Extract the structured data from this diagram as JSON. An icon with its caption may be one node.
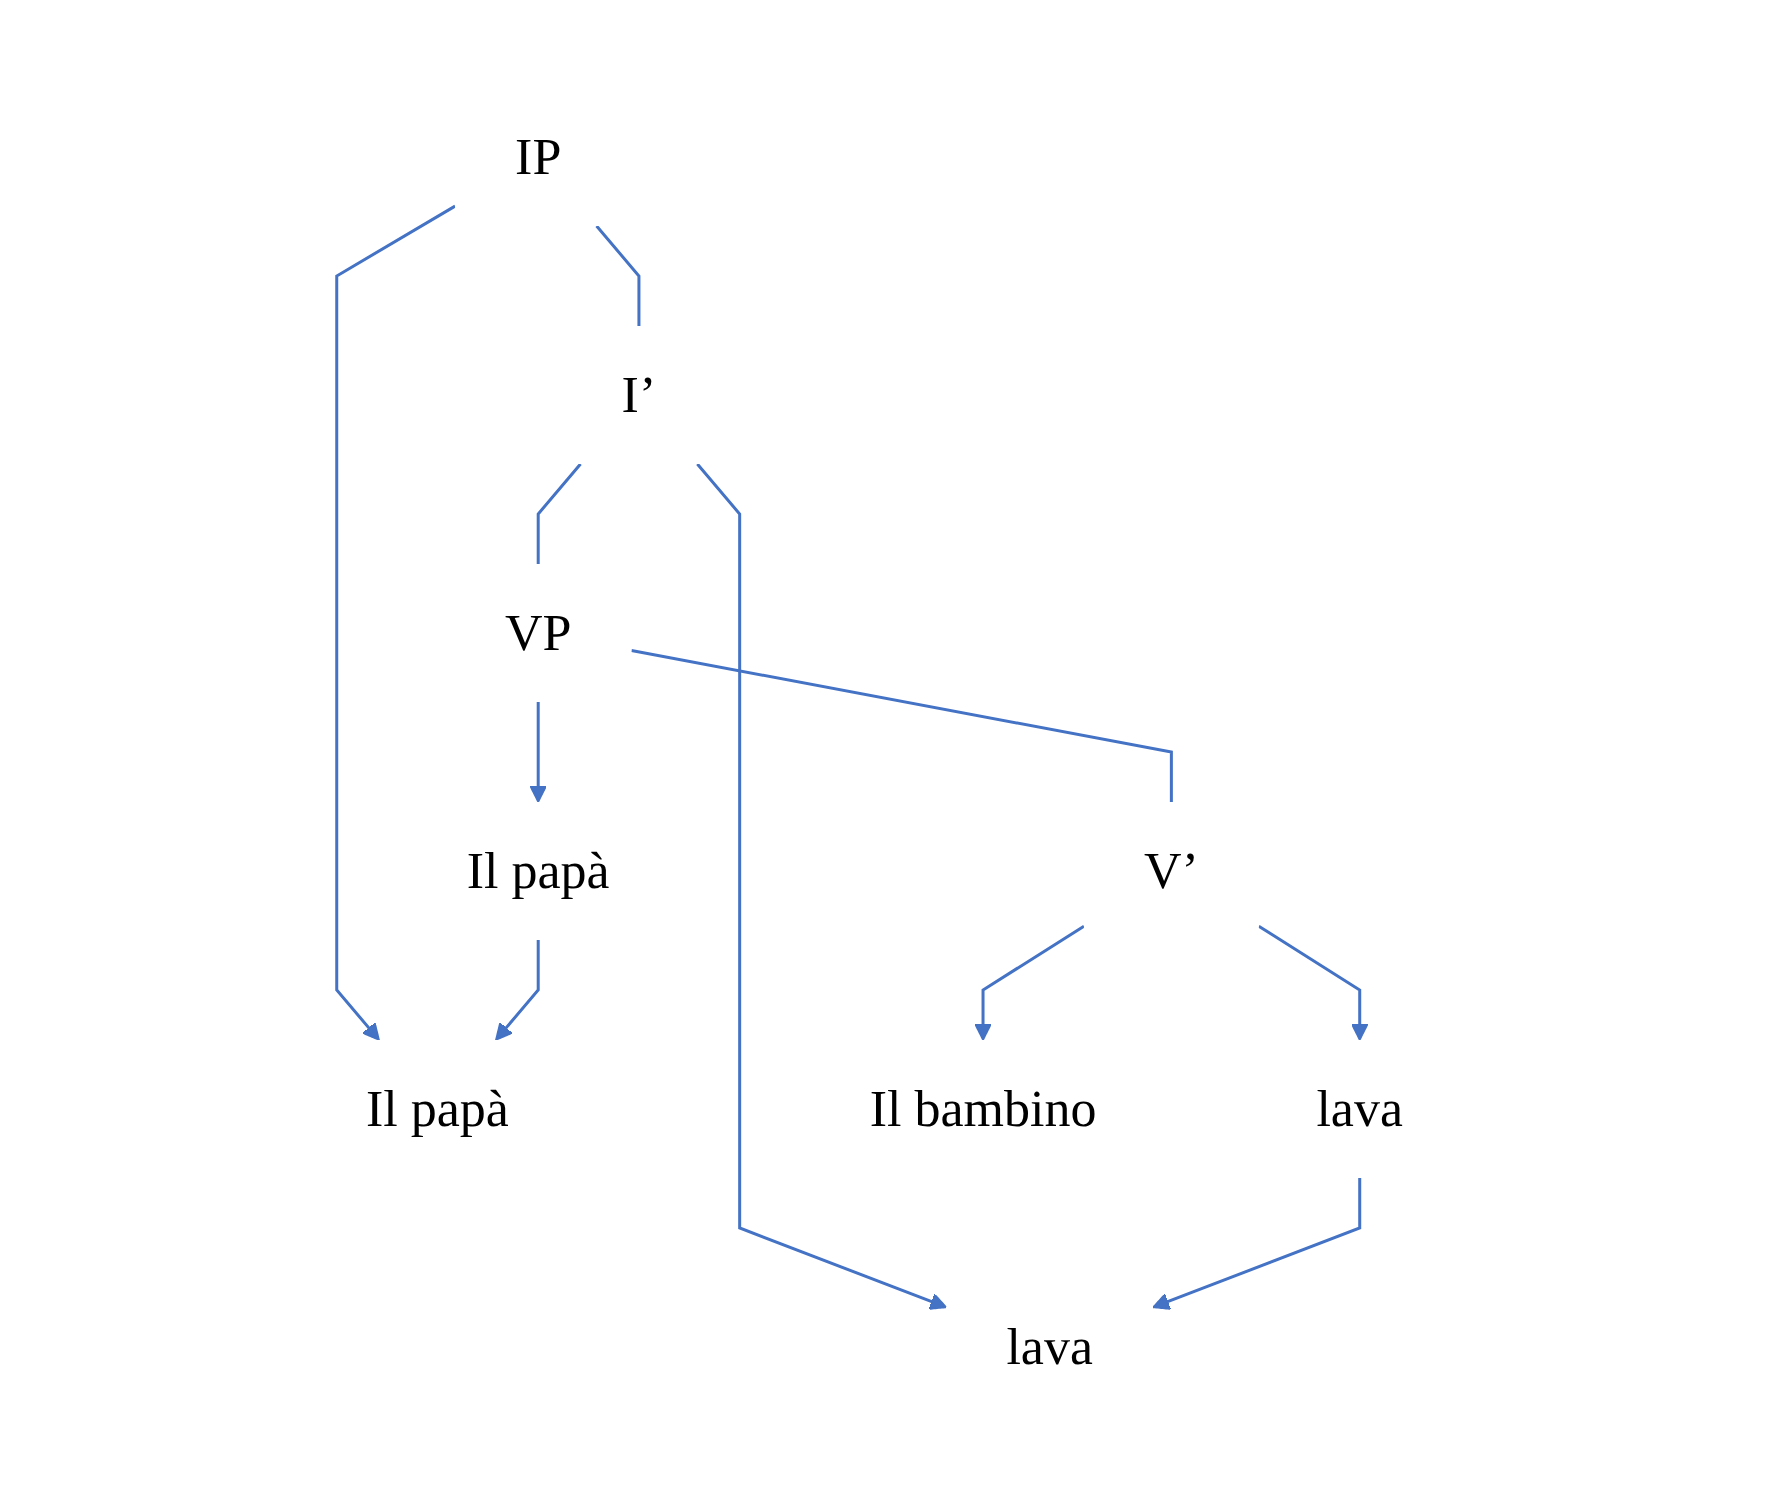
{
  "diagram": {
    "nodes": [
      {
        "text": [
          "IP"
        ]
      },
      {
        "text": [
          "Il papà"
        ]
      },
      {
        "text": [
          "I’"
        ]
      },
      {
        "text": [
          "lava"
        ]
      },
      {
        "text": [
          "VP"
        ]
      },
      {
        "text": [
          "Il papà"
        ]
      },
      {
        "text": [
          "V’"
        ]
      },
      {
        "text": [
          "lava"
        ]
      },
      {
        "text": [
          "Il bambino"
        ]
      }
    ],
    "edges": [
      {
        "from": 0,
        "to": 1,
        "arrow": "to"
      },
      {
        "from": 0,
        "to": 2,
        "arrow": "none"
      },
      {
        "from": 2,
        "to": 3,
        "arrow": "to"
      },
      {
        "from": 2,
        "to": 4,
        "arrow": "none"
      },
      {
        "from": 4,
        "to": 5,
        "arrow": "to"
      },
      {
        "from": 4,
        "to": 6,
        "arrow": "none"
      },
      {
        "from": 6,
        "to": 7,
        "arrow": "to"
      },
      {
        "from": 6,
        "to": 8,
        "arrow": "to"
      },
      {
        "from": 5,
        "to": 1,
        "arrow": "to"
      },
      {
        "from": 7,
        "to": 3,
        "arrow": "to"
      }
    ]
  }
}
